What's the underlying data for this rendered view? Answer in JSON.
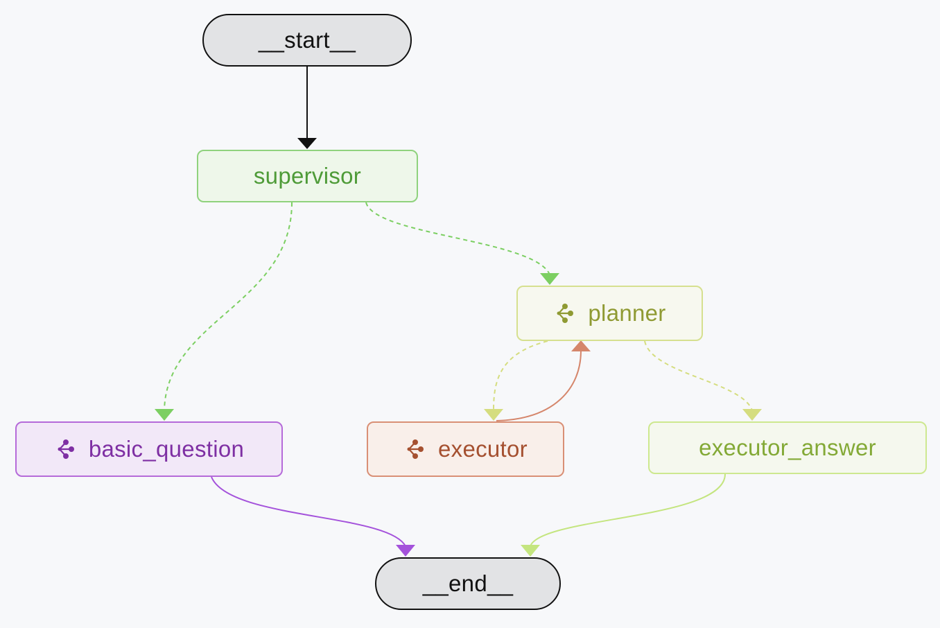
{
  "graph": {
    "nodes": {
      "start": {
        "label": "__start__"
      },
      "supervisor": {
        "label": "supervisor"
      },
      "planner": {
        "label": "planner",
        "icon": "subgraph-icon"
      },
      "basic_question": {
        "label": "basic_question",
        "icon": "subgraph-icon"
      },
      "executor": {
        "label": "executor",
        "icon": "subgraph-icon"
      },
      "executor_answer": {
        "label": "executor_answer"
      },
      "end": {
        "label": "__end__"
      }
    },
    "edges": [
      {
        "from": "__start__",
        "to": "supervisor",
        "style": "solid",
        "color": "#111111"
      },
      {
        "from": "supervisor",
        "to": "basic_question",
        "style": "dashed",
        "color": "#7ccf62"
      },
      {
        "from": "supervisor",
        "to": "planner",
        "style": "dashed",
        "color": "#7ccf62"
      },
      {
        "from": "planner",
        "to": "executor",
        "style": "dashed",
        "color": "#d5dd7f"
      },
      {
        "from": "executor",
        "to": "planner",
        "style": "solid",
        "color": "#d5866b"
      },
      {
        "from": "planner",
        "to": "executor_answer",
        "style": "dashed",
        "color": "#d5dd7f"
      },
      {
        "from": "basic_question",
        "to": "__end__",
        "style": "solid",
        "color": "#a452db"
      },
      {
        "from": "executor_answer",
        "to": "__end__",
        "style": "solid",
        "color": "#c4e57f"
      }
    ],
    "colors": {
      "background": "#f7f8fa",
      "supervisor": "#4e9b38",
      "planner": "#8f9a33",
      "basic_question": "#7e2fa3",
      "executor": "#a55030",
      "executor_answer": "#83a936"
    }
  }
}
